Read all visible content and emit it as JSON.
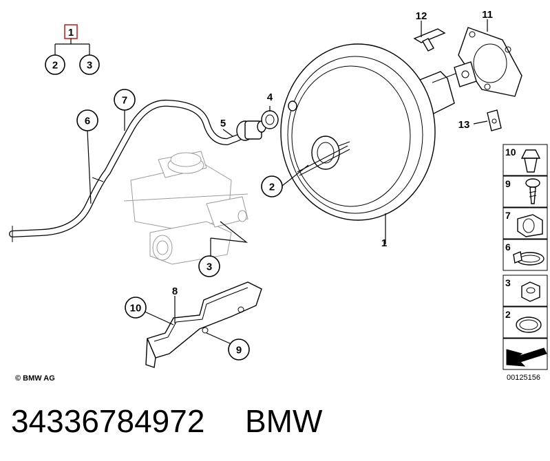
{
  "legend": {
    "parent": "1",
    "children": [
      "2",
      "3"
    ]
  },
  "callouts": {
    "booster": "1",
    "gasket": "2",
    "nut": "3",
    "grommet": "4",
    "check_valve": "5",
    "hose_clamp": "6",
    "vacuum_hose": "7",
    "holder": "8",
    "screw": "9",
    "expanding_rivet": "10",
    "seal": "11",
    "clip": "12",
    "clamp": "13"
  },
  "sidebar_items": [
    "10",
    "9",
    "7",
    "6",
    "3",
    "2"
  ],
  "copyright": "© BMW AG",
  "diagram_ref": "00125156",
  "part_number": "34336784972",
  "brand": "BMW"
}
